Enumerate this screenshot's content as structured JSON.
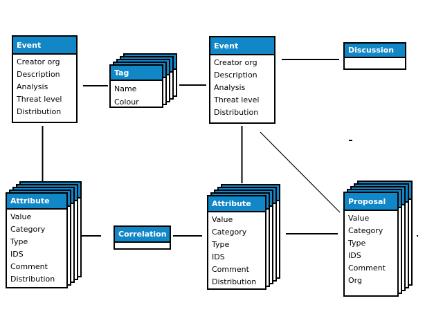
{
  "colors": {
    "header_blue": "#1287C8",
    "border": "#000000",
    "background": "#FFFFFF"
  },
  "entities": {
    "event_left": {
      "title": "Event",
      "fields": [
        "Creator org",
        "Description",
        "Analysis",
        "Threat level",
        "Distribution"
      ],
      "stack_count": 1
    },
    "tag": {
      "title": "Tag",
      "fields": [
        "Name",
        "Colour"
      ],
      "stack_count": 5
    },
    "event_right": {
      "title": "Event",
      "fields": [
        "Creator org",
        "Description",
        "Analysis",
        "Threat level",
        "Distribution"
      ],
      "stack_count": 1
    },
    "discussion": {
      "title": "Discussion",
      "fields": [],
      "stack_count": 1
    },
    "attribute_left": {
      "title": "Attribute",
      "fields": [
        "Value",
        "Category",
        "Type",
        "IDS",
        "Comment",
        "Distribution"
      ],
      "stack_count": 5
    },
    "correlation": {
      "title": "Correlation",
      "fields": [],
      "stack_count": 1
    },
    "attribute_middle": {
      "title": "Attribute",
      "fields": [
        "Value",
        "Category",
        "Type",
        "IDS",
        "Comment",
        "Distribution"
      ],
      "stack_count": 5
    },
    "proposal": {
      "title": "Proposal",
      "fields": [
        "Value",
        "Category",
        "Type",
        "IDS",
        "Comment",
        "Org"
      ],
      "stack_count": 5
    }
  },
  "relationships": [
    {
      "from": "event_left",
      "to": "tag"
    },
    {
      "from": "tag",
      "to": "event_right"
    },
    {
      "from": "event_right",
      "to": "discussion"
    },
    {
      "from": "event_left",
      "to": "attribute_left"
    },
    {
      "from": "attribute_left",
      "to": "correlation"
    },
    {
      "from": "correlation",
      "to": "attribute_middle"
    },
    {
      "from": "event_right",
      "to": "attribute_middle"
    },
    {
      "from": "attribute_middle",
      "to": "proposal"
    },
    {
      "from": "event_right",
      "to": "proposal"
    }
  ]
}
